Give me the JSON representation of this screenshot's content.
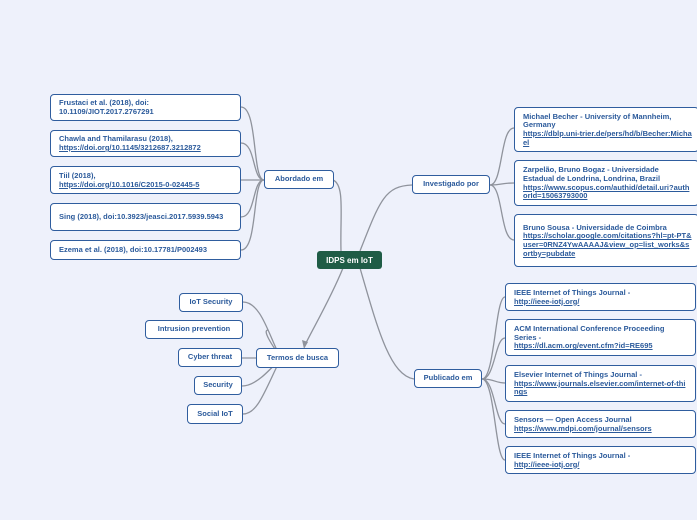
{
  "center": "IDPS em IoT",
  "branches": {
    "abordado": {
      "label": "Abordado em",
      "items": [
        {
          "text": "Frustaci et al. (2018), doi: 10.1109/JIOT.2017.2767291",
          "link": ""
        },
        {
          "text": "Chawla and Thamilarasu (2018),",
          "link": "https://doi.org/10.1145/3212687.3212872"
        },
        {
          "text": "Tiil (2018),",
          "link": "https://doi.org/10.1016/C2015-0-02445-5"
        },
        {
          "text": "Sing (2018), doi:10.3923/jeasci.2017.5939.5943",
          "link": ""
        },
        {
          "text": "Ezema et al. (2018), doi:10.17781/P002493",
          "link": ""
        }
      ]
    },
    "investigado": {
      "label": "Investigado por",
      "items": [
        {
          "text": "Michael Becher - University of Mannheim, Germany",
          "link": "https://dblp.uni-trier.de/pers/hd/b/Becher:Michael"
        },
        {
          "text": "Zarpelão, Bruno Bogaz - Universidade Estadual de Londrina, Londrina, Brazil",
          "link": "https://www.scopus.com/authid/detail.uri?authorId=15063793000"
        },
        {
          "text": "Bruno Sousa - Universidade de Coimbra",
          "link": "https://scholar.google.com/citations?hl=pt-PT&user=0RNZ4YwAAAAJ&view_op=list_works&sortby=pubdate"
        }
      ]
    },
    "termos": {
      "label": "Termos de busca",
      "items": [
        "IoT Security",
        "Intrusion prevention",
        "Cyber threat",
        "Security",
        "Social IoT"
      ]
    },
    "publicado": {
      "label": "Publicado em",
      "items": [
        {
          "text": "IEEE Internet of Things Journal -",
          "link": "http://ieee-iotj.org/"
        },
        {
          "text": "ACM International Conference Proceeding Series -",
          "link": "https://dl.acm.org/event.cfm?id=RE695"
        },
        {
          "text": "Elsevier Internet of Things Journal -",
          "link": "https://www.journals.elsevier.com/internet-of-things"
        },
        {
          "text": "Sensors — Open Access Journal",
          "link": "https://www.mdpi.com/journal/sensors"
        },
        {
          "text": "IEEE Internet of Things Journal -",
          "link": "http://ieee-iotj.org/"
        }
      ]
    }
  },
  "colors": {
    "background": "#eef1fb",
    "center_fill": "#1f5c46",
    "node_border": "#2f5d9e",
    "node_text": "#2b5a9b",
    "connector": "#8f939c"
  }
}
